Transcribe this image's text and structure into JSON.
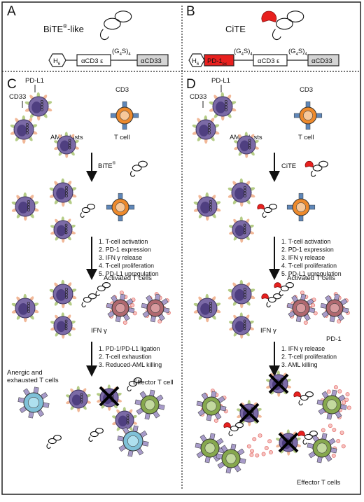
{
  "panels": {
    "A": {
      "letter": "A",
      "title_main": "BiTE",
      "title_sup": "®",
      "title_tail": "-like",
      "construct": {
        "his": "H",
        "his_sub": "6",
        "linker": "(G",
        "linker_sub": "4",
        "linker_tail": "S)",
        "linker_rep": "4",
        "cd3": "αCD3 ε",
        "cd33": "αCD33"
      }
    },
    "B": {
      "letter": "B",
      "title_main": "CiTE",
      "construct": {
        "his": "H",
        "his_sub": "6",
        "pd1": "PD-1",
        "pd1_sub": "ex",
        "linker": "(G",
        "linker_sub": "4",
        "linker_tail": "S)",
        "linker_rep": "4",
        "cd3": "αCD3 ε",
        "cd33": "αCD33"
      }
    },
    "C": {
      "letter": "C",
      "labels": {
        "pdl1": "PD-L1",
        "cd33": "CD33",
        "cd3": "CD3",
        "aml": "AML blasts",
        "tcell": "T cell",
        "drug_main": "BiTE",
        "drug_sup": "®",
        "activated": "Activated T cells",
        "ifn": "IFN γ",
        "anergic1": "Anergic and",
        "anergic2": "exhausted T cells",
        "effector": "Effector T cell"
      },
      "steps1": [
        "1. T-cell activation",
        "2. PD-1 expression",
        "3. IFN γ release",
        "4. T-cell proliferation",
        "5. PD-L1 upregulation"
      ],
      "steps2": [
        "1. PD-1/PD-L1 ligation",
        "2. T-cell exhaustion",
        "3. Reduced-AML killing"
      ]
    },
    "D": {
      "letter": "D",
      "labels": {
        "pdl1": "PD-L1",
        "cd33": "CD33",
        "cd3": "CD3",
        "aml": "AML blasts",
        "tcell": "T cell",
        "drug": "CiTE",
        "activated": "Activated T cells",
        "ifn": "IFN γ",
        "pd1": "PD-1",
        "effector": "Effector T cells"
      },
      "steps1": [
        "1. T-cell activation",
        "2. PD-1 expression",
        "3. IFN γ release",
        "4. T-cell proliferation",
        "5. PD-L1 upregulation"
      ],
      "steps2": [
        "1. IFN γ release",
        "2. T-cell proliferation",
        "3. AML killing"
      ]
    }
  },
  "colors": {
    "aml_fill": "#7b6aa6",
    "aml_nucleus": "#4f3f80",
    "aml_spike_green": "#b5cc86",
    "aml_spike_orange": "#f1b898",
    "tcell_orange": "#ee8a2c",
    "tcell_core": "#f7c89a",
    "tcell_spike": "#5f87b9",
    "activated": "#b0686f",
    "activated_core": "#d89a9e",
    "pd1_spike": "#a79bc9",
    "anergic": "#7fc1d8",
    "effector": "#86a84d",
    "ifn_dot": "#e57773",
    "pd1_red": "#e8201e"
  }
}
